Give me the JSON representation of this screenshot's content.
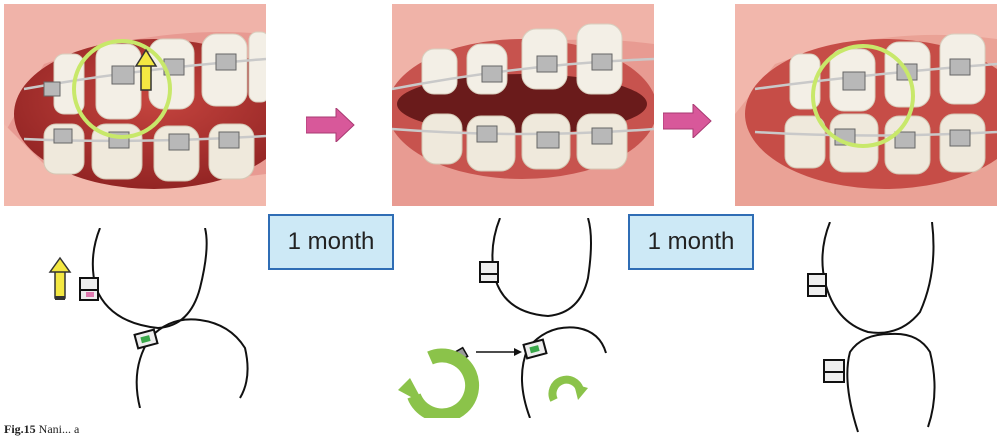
{
  "steps": [
    {
      "photo": "before-treatment-intraoral-photo",
      "box_label": "1 month"
    },
    {
      "photo": "mid-treatment-intraoral-photo",
      "box_label": "1 month"
    },
    {
      "photo": "after-treatment-intraoral-photo"
    }
  ],
  "caption": {
    "fig_label": "Fig.15",
    "text": "Nani... a"
  },
  "colors": {
    "arrow_fill": "#d8589a",
    "box_fill": "#cde9f6",
    "box_border": "#2f6db5",
    "highlight_circle": "#c8e86a",
    "up_arrow": "#f4e842",
    "rotation_arrow": "#8bc34a",
    "bracket_pink": "#e07ab0",
    "bracket_green": "#3aa84a"
  },
  "icons": [
    "right-arrow-icon",
    "up-arrow-icon",
    "rotate-ccw-icon",
    "rotate-cw-icon"
  ]
}
